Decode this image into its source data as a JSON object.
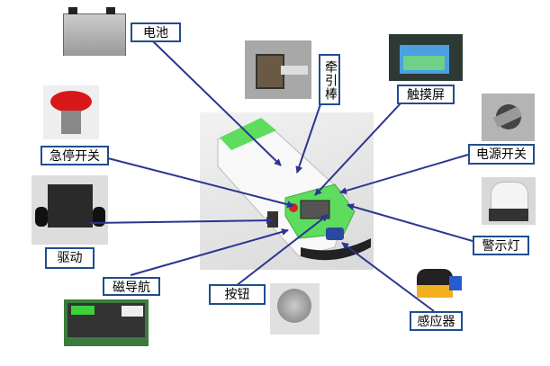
{
  "labels": {
    "battery": "电池",
    "tow_bar": "牵引棒",
    "touch_screen": "触摸屏",
    "emergency_stop": "急停开关",
    "power_switch": "电源开关",
    "drive": "驱动",
    "warning_light": "警示灯",
    "magnetic_navigation": "磁导航",
    "button": "按钮",
    "sensor": "感应器"
  },
  "colors": {
    "arrow": "#2b3590",
    "box_border": "#1f4e8c",
    "robot_green": "#5ddc5d"
  }
}
